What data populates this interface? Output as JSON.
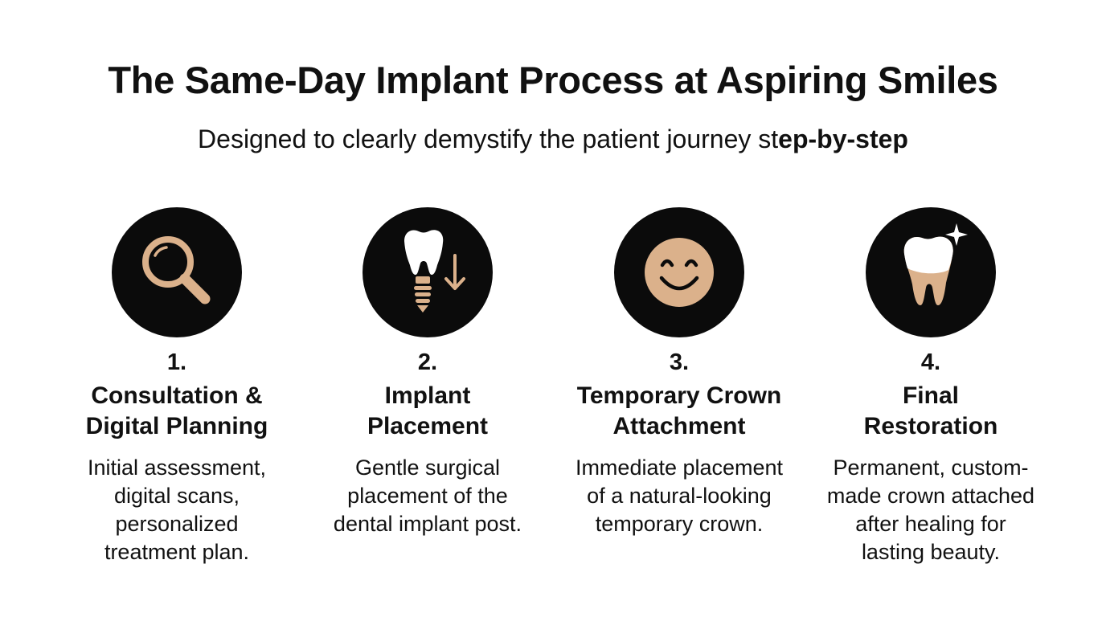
{
  "title": "The Same-Day Implant Process at Aspiring Smiles",
  "subtitle": {
    "text": "Designed to clearly demystify the patient journey st",
    "emphasis": "ep-by-step"
  },
  "colors": {
    "accent": "#dbb18b",
    "circle": "#0b0b0b",
    "text": "#111111",
    "white": "#ffffff"
  },
  "steps": [
    {
      "number": "1.",
      "name_lines": [
        "Consultation &",
        "Digital Planning"
      ],
      "desc_lines": [
        "Initial assessment,",
        "digital scans,",
        "personalized",
        "treatment plan."
      ],
      "icon": "magnifying-glass-icon"
    },
    {
      "number": "2.",
      "name_lines": [
        "Implant",
        "Placement"
      ],
      "desc_lines": [
        "Gentle surgical",
        "placement of the",
        "dental implant post."
      ],
      "icon": "tooth-implant-icon"
    },
    {
      "number": "3.",
      "name_lines": [
        "Temporary Crown",
        "Attachment"
      ],
      "desc_lines": [
        "Immediate placement",
        "of a natural-looking",
        "temporary crown."
      ],
      "icon": "smiley-face-icon"
    },
    {
      "number": "4.",
      "name_lines": [
        "Final",
        "Restoration"
      ],
      "desc_lines": [
        "Permanent, custom-",
        "made crown attached",
        "after healing for",
        "lasting beauty."
      ],
      "icon": "sparkling-tooth-icon"
    }
  ]
}
